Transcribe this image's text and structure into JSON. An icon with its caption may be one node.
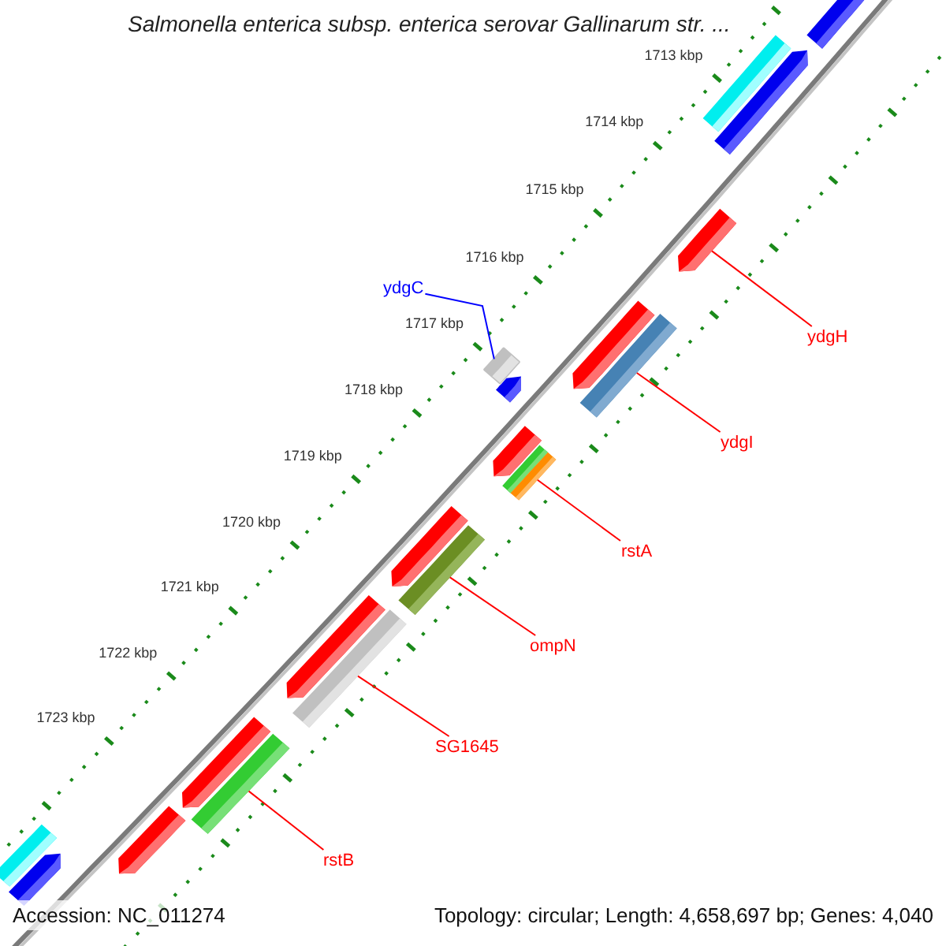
{
  "diagram": {
    "title": "Salmonella enterica subsp. enterica serovar Gallinarum str. ...",
    "nodes": [
      {
        "text": [],
        "shape": "bar"
      },
      {
        "text": [],
        "shape": "bar"
      },
      {
        "text": [],
        "shape": "arrow"
      },
      {
        "text": [],
        "shape": "arrow"
      },
      {
        "text": [
          "ydgH"
        ]
      },
      {
        "text": [],
        "shape": "arrow"
      },
      {
        "text": [],
        "shape": "bar"
      },
      {
        "text": [
          "ydgC"
        ]
      },
      {
        "text": [],
        "shape": "box"
      },
      {
        "text": [],
        "shape": "arrow"
      },
      {
        "text": [
          "ydgI"
        ]
      },
      {
        "text": [],
        "shape": "arrow"
      },
      {
        "text": [],
        "shape": "bar"
      },
      {
        "text": [],
        "shape": "bar"
      },
      {
        "text": [
          "rstA"
        ]
      },
      {
        "text": [],
        "shape": "arrow"
      },
      {
        "text": [],
        "shape": "bar"
      },
      {
        "text": [
          "ompN"
        ]
      },
      {
        "text": [],
        "shape": "arrow"
      },
      {
        "text": [],
        "shape": "bar"
      },
      {
        "text": [
          "SG1645"
        ]
      },
      {
        "text": [],
        "shape": "arrow"
      },
      {
        "text": [],
        "shape": "bar"
      },
      {
        "text": [
          "rstB"
        ]
      },
      {
        "text": [],
        "shape": "arrow"
      },
      {
        "text": [],
        "shape": "bar"
      },
      {
        "text": [],
        "shape": "arrow"
      }
    ],
    "edges": [
      {
        "from": 7,
        "to": 8,
        "arrow": "none",
        "color": "#0000ff"
      },
      {
        "from": 4,
        "to": 3,
        "arrow": "none"
      },
      {
        "from": 10,
        "to": 6,
        "arrow": "none"
      },
      {
        "from": 14,
        "to": 13,
        "arrow": "none"
      },
      {
        "from": 17,
        "to": 16,
        "arrow": "none"
      },
      {
        "from": 20,
        "to": 19,
        "arrow": "none"
      },
      {
        "from": 23,
        "to": 22,
        "arrow": "none"
      }
    ],
    "labels": [
      "1713 kbp",
      "1714 kbp",
      "1715 kbp",
      "1716 kbp",
      "1717 kbp",
      "1718 kbp",
      "1719 kbp",
      "1720 kbp",
      "1721 kbp",
      "1722 kbp",
      "1723 kbp",
      "Accession: NC_011274",
      "Topology: circular; Length: 4,658,697 bp; Genes: 4,040"
    ]
  }
}
